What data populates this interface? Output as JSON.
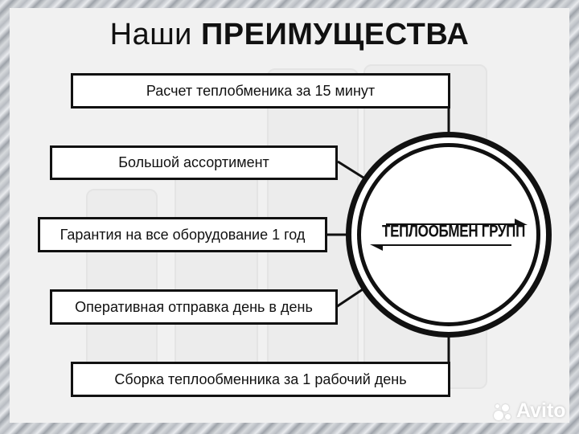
{
  "title": {
    "light": "Наши",
    "bold": "ПРЕИМУЩЕСТВА"
  },
  "advantages": [
    "Расчет теплобменика за 15 минут",
    "Большой ассортимент",
    "Гарантия на все оборудование 1 год",
    "Оперативная отправка день в день",
    "Сборка теплообменника за 1 рабочий день"
  ],
  "logo": {
    "text": "ТЕПЛООБМЕН ГРУПП"
  },
  "watermark": {
    "text": "Avito"
  }
}
